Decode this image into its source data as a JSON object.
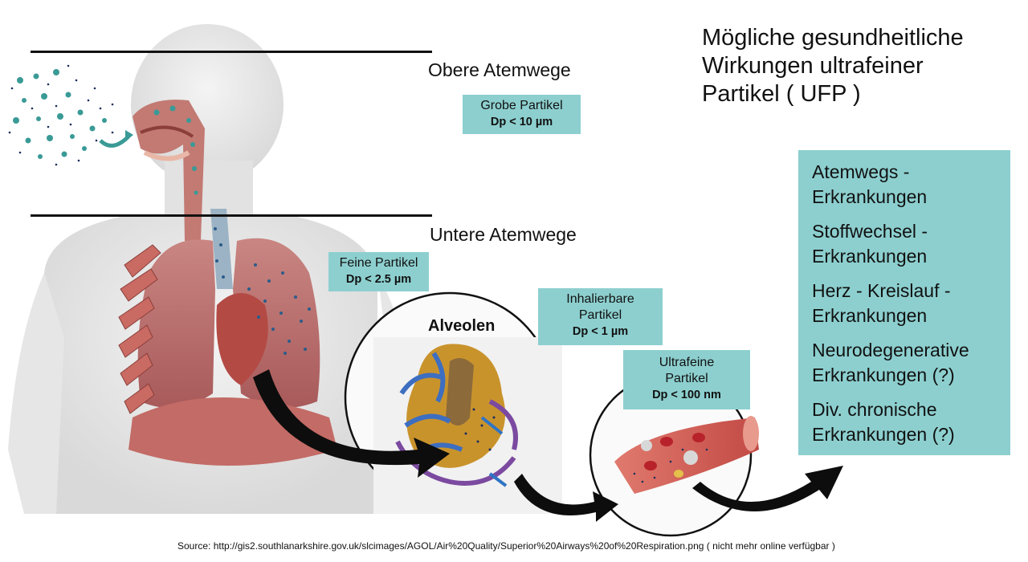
{
  "title": {
    "line1": "Mögliche gesundheitliche",
    "line2": "Wirkungen ultrafeiner",
    "line3": "Partikel  ( UFP )"
  },
  "regions": {
    "upper": "Obere Atemwege",
    "lower": "Untere Atemwege",
    "alveoli": "Alveolen"
  },
  "particles": {
    "coarse": {
      "name": "Grobe Partikel",
      "size": "Dp < 10 µm"
    },
    "fine": {
      "name": "Feine Partikel",
      "size": "Dp < 2.5 µm"
    },
    "inhalable": {
      "name_line1": "Inhalierbare",
      "name_line2": "Partikel",
      "size": "Dp < 1 µm"
    },
    "ultrafine": {
      "name_line1": "Ultrafeine",
      "name_line2": "Partikel",
      "size": "Dp < 100 nm"
    }
  },
  "effects": [
    {
      "line1": "Atemwegs -",
      "line2": "Erkrankungen"
    },
    {
      "line1": "Stoffwechsel -",
      "line2": "Erkrankungen"
    },
    {
      "line1": "Herz - Kreislauf -",
      "line2": "Erkrankungen"
    },
    {
      "line1": "Neurodegenerative",
      "line2": "Erkrankungen (?)"
    },
    {
      "line1": "Div. chronische",
      "line2": "Erkrankungen (?)"
    }
  ],
  "source": "Source:   http://gis2.southlanarkshire.gov.uk/slcimages/AGOL/Air%20Quality/Superior%20Airways%20of%20Respiration.png   ( nicht mehr online verfügbar )",
  "colors": {
    "box_teal": "#8dcfcf",
    "particle_teal": "#3a9a96",
    "particle_navy": "#1d2f5c",
    "lung": "#b9676a",
    "vessel": "#d85b55"
  }
}
